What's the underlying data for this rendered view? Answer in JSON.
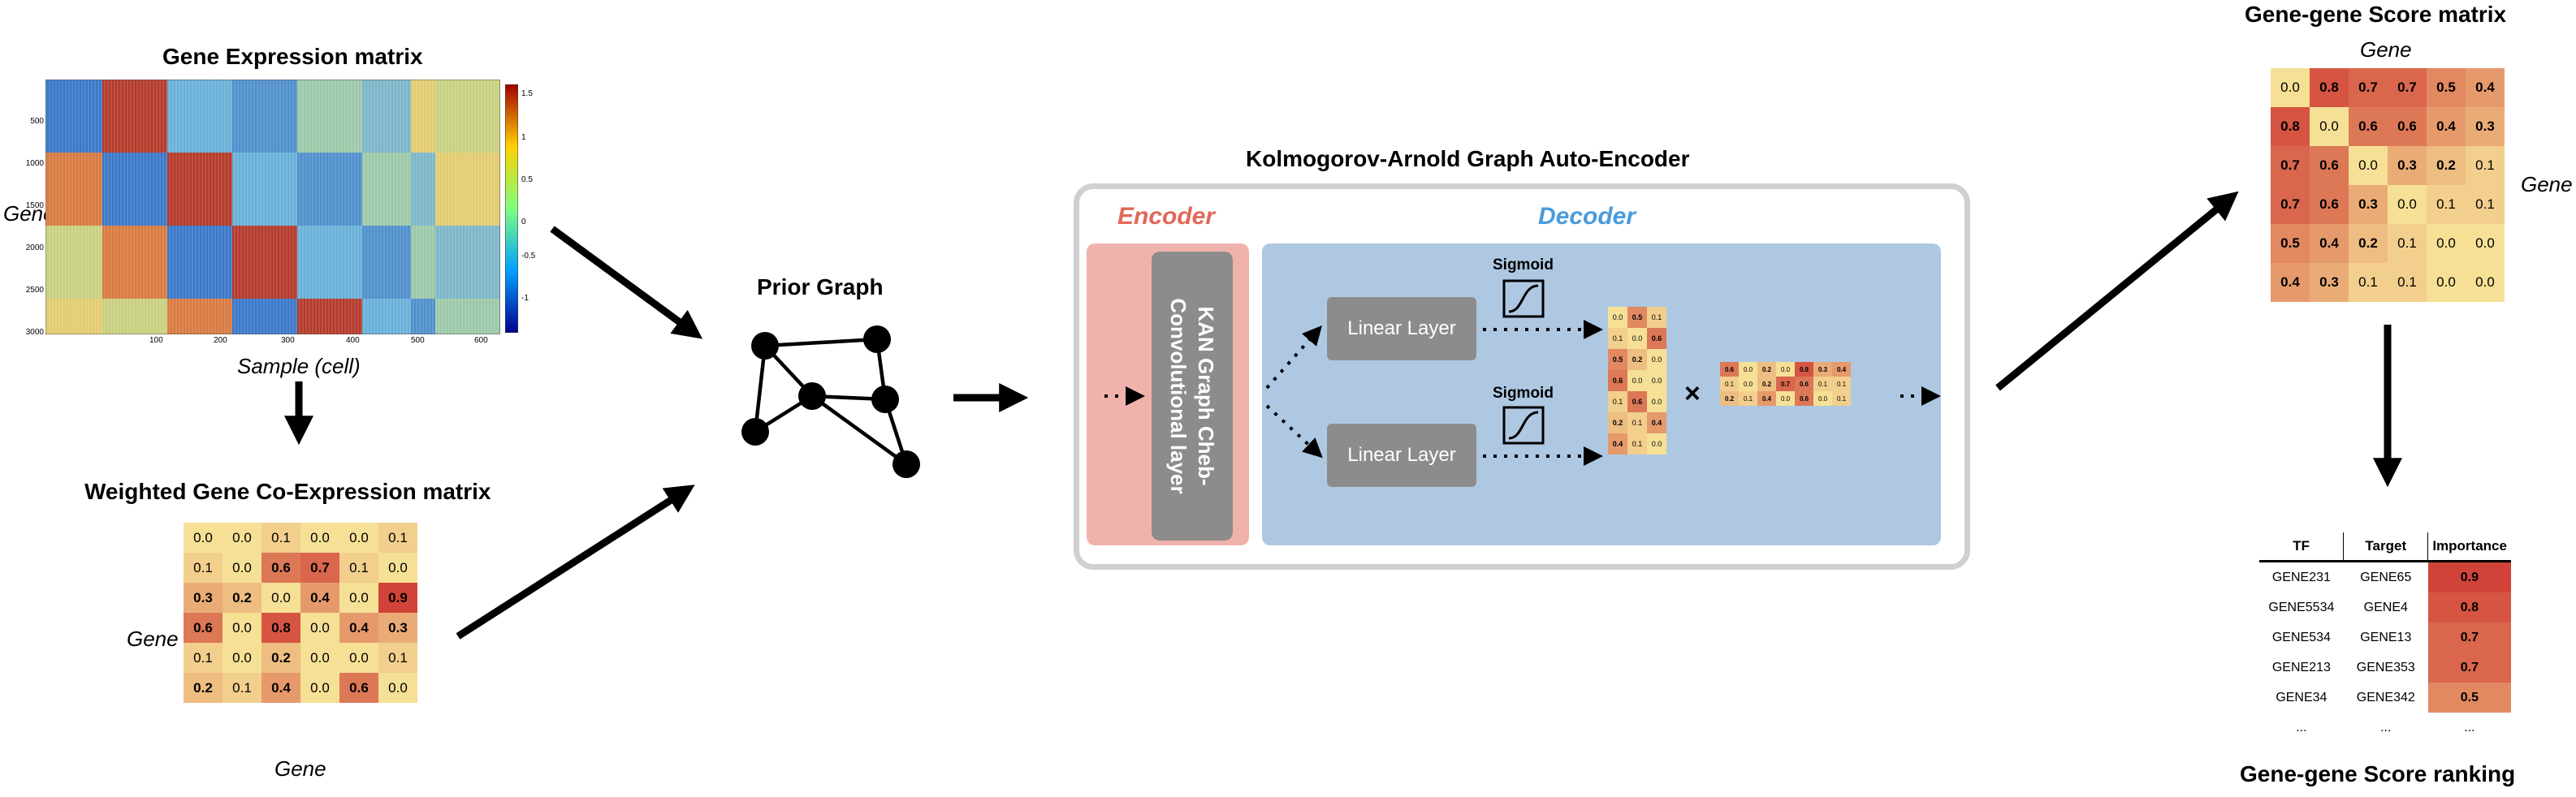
{
  "expression_panel": {
    "title": "Gene Expression matrix",
    "y_label": "Gene",
    "x_label": "Sample (cell)",
    "x_ticks": [
      "100",
      "200",
      "300",
      "400",
      "500",
      "600"
    ],
    "y_ticks": [
      "500",
      "1000",
      "1500",
      "2000",
      "2500",
      "3000"
    ],
    "colorbar_ticks": [
      "1.5",
      "1",
      "0.5",
      "0",
      "-0.5",
      "-1"
    ]
  },
  "wgcna_panel": {
    "title": "Weighted Gene Co-Expression matrix",
    "y_label": "Gene",
    "x_label": "Gene",
    "matrix": [
      [
        "0.0",
        "0.0",
        "0.1",
        "0.0",
        "0.0",
        "0.1"
      ],
      [
        "0.1",
        "0.0",
        "0.6",
        "0.7",
        "0.1",
        "0.0"
      ],
      [
        "0.3",
        "0.2",
        "0.0",
        "0.4",
        "0.0",
        "0.9"
      ],
      [
        "0.6",
        "0.0",
        "0.8",
        "0.0",
        "0.4",
        "0.3"
      ],
      [
        "0.1",
        "0.0",
        "0.2",
        "0.0",
        "0.0",
        "0.1"
      ],
      [
        "0.2",
        "0.1",
        "0.4",
        "0.0",
        "0.6",
        "0.0"
      ]
    ]
  },
  "prior_graph": {
    "title": "Prior Graph"
  },
  "kagae": {
    "title": "Kolmogorov-Arnold Graph Auto-Encoder",
    "encoder_label": "Encoder",
    "decoder_label": "Decoder",
    "kan_layer_label": "KAN Graph Cheb-Convolutional layer",
    "linear_layer_1": "Linear Layer",
    "linear_layer_2": "Linear Layer",
    "sigmoid_1": "Sigmoid",
    "sigmoid_2": "Sigmoid",
    "multiply_symbol": "×",
    "small_matrix": [
      [
        "0.0",
        "0.5",
        "0.1"
      ],
      [
        "0.1",
        "0.0",
        "0.6"
      ],
      [
        "0.5",
        "0.2",
        "0.0"
      ],
      [
        "0.6",
        "0.0",
        "0.0"
      ],
      [
        "0.1",
        "0.6",
        "0.0"
      ],
      [
        "0.2",
        "0.1",
        "0.4"
      ],
      [
        "0.4",
        "0.1",
        "0.0"
      ]
    ],
    "small_matrix_t": [
      [
        "0.6",
        "0.0",
        "0.2",
        "0.0",
        "0.8",
        "0.3",
        "0.4"
      ],
      [
        "0.1",
        "0.0",
        "0.2",
        "0.7",
        "0.6",
        "0.1",
        "0.1"
      ],
      [
        "0.2",
        "0.1",
        "0.4",
        "0.0",
        "0.6",
        "0.0",
        "0.1"
      ]
    ],
    "colors": {
      "encoder_bg": "#f0b3ab",
      "encoder_text": "#e0685a",
      "decoder_bg": "#aec8e2",
      "decoder_text": "#4a9bdc",
      "layer": "#8c8c8c"
    }
  },
  "score_panel": {
    "title": "Gene-gene Score matrix",
    "col_label": "Gene",
    "row_label": "Gene",
    "matrix": [
      [
        "0.0",
        "0.8",
        "0.7",
        "0.7",
        "0.5",
        "0.4"
      ],
      [
        "0.8",
        "0.0",
        "0.6",
        "0.6",
        "0.4",
        "0.3"
      ],
      [
        "0.7",
        "0.6",
        "0.0",
        "0.3",
        "0.2",
        "0.1"
      ],
      [
        "0.7",
        "0.6",
        "0.3",
        "0.0",
        "0.1",
        "0.1"
      ],
      [
        "0.5",
        "0.4",
        "0.2",
        "0.1",
        "0.0",
        "0.0"
      ],
      [
        "0.4",
        "0.3",
        "0.1",
        "0.1",
        "0.0",
        "0.0"
      ]
    ]
  },
  "ranking_panel": {
    "title": "Gene-gene Score ranking",
    "headers": [
      "TF",
      "Target",
      "Importance"
    ],
    "rows": [
      [
        "GENE231",
        "GENE65",
        "0.9"
      ],
      [
        "GENE5534",
        "GENE4",
        "0.8"
      ],
      [
        "GENE534",
        "GENE13",
        "0.7"
      ],
      [
        "GENE213",
        "GENE353",
        "0.7"
      ],
      [
        "GENE34",
        "GENE342",
        "0.5"
      ],
      [
        "...",
        "...",
        "..."
      ]
    ]
  }
}
